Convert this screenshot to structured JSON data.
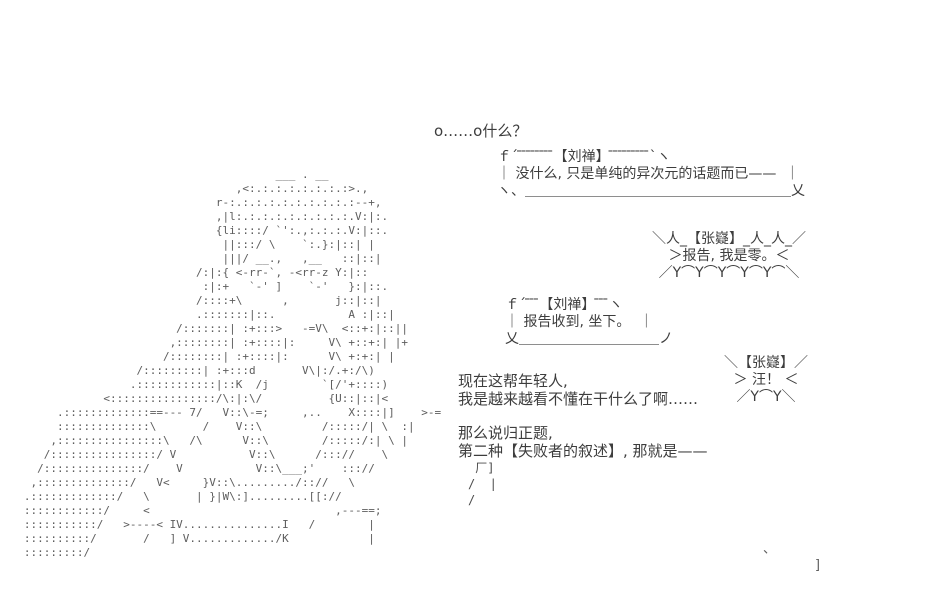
{
  "page": {
    "background_color": "#ffffff",
    "text_color": "#3d3d3d",
    "aa_color": "#5d5d5d"
  },
  "intro_line": "o……o什么？",
  "bubbles": [
    {
      "speaker": "刘禅",
      "top": "ｆ´ ̄ ̄ ̄ ̄ ̄ ̄ ̄ ̄【刘禅】 ̄ ̄ ̄ ̄ ̄ ̄ ̄ ̄ ̄`ヽ",
      "text": "｜ 没什么, 只是单纯的异次元的话题而已——  ｜",
      "bottom": "ヽ、＿＿＿＿＿＿＿＿＿＿＿＿＿＿＿＿＿＿＿乂"
    },
    {
      "speaker": "张嶷",
      "top": "＼人_【张嶷】_人_人_／",
      "text": "＞报告, 我是零。＜",
      "bottom": "／Y⌒Y⌒Y⌒Y⌒Y⌒＼"
    },
    {
      "speaker": "刘禅",
      "top": "ｆ´ ̄ ̄ ̄【刘禅】 ̄ ̄ ̄ヽ",
      "text": "｜ 报告收到, 坐下。  ｜",
      "bottom": "乂＿＿＿＿＿＿＿＿＿＿ノ"
    },
    {
      "speaker": "张嶷",
      "top": "＼【张嶷】／",
      "text": "＞ 汪！ ＜",
      "bottom": "／Y⌒Y＼"
    }
  ],
  "narration_1": [
    "现在这帮年轻人,",
    "我是越来越看不懂在干什么了啊……"
  ],
  "narration_2": [
    "那么说归正题,",
    "第二种【失败者的叙述】, 那就是——"
  ],
  "ascii_art": {
    "main": [
      "                                         ___ . __",
      "                                   ,<:.:.:.:.:.:.:.:>.,",
      "                                r-:.:.:.:.:.:.:.:.:.:--+,",
      "                                ,|l:.:.:.:.:.:.:.:.:.V:|:.",
      "                                {li::::/ `':.,:.:.:.V:|::.",
      "                                 ||:::/ \\    `:.}:|::| |",
      "                                 |||/ __.,   ,__   ::|::|",
      "                             /:|:{ <-rr-`, -<rr-z Y:|::",
      "                              :|:+   `-' ]    `-'   }:|::.",
      "                             /::::+\\      ,       j::|::|",
      "                             .:::::::|::.           A :|::|",
      "                          /:::::::| :+:::>   -=V\\  <::+:|::||",
      "                         ,::::::::| :+::::|:     V\\ +::+:| |+",
      "                        /::::::::| :+::::|:      V\\ +:+:| |",
      "                    /:::::::::| :+:::d       V\\|:/.+:/\\)",
      "                   .::::::::::::|::K  /j        `[/'+::::)",
      "               <::::::::::::::::/\\:|:\\/          {U::|::|<",
      "        .:::::::::::::==--- 7/   V::\\-=;     ,..    X::::|]    >-=",
      "        ::::::::::::::\\       /    V::\\         /:::::/| \\  :|",
      "       ,::::::::::::::::\\   /\\      V::\\        /:::::/:| \\ |",
      "      /::::::::::::::::/ V           V::\\      /::://    \\",
      "     /:::::::::::::::/    V           V::\\___;'    ::://",
      "    ,::::::::::::::/   V<     }V::\\........./:://   \\",
      "   .:::::::::::::/   \\       | }|W\\:].........[[://",
      "   ::::::::::::/     <                            ,---==;",
      "   :::::::::::/   >----< IV...............I   /        |",
      "   ::::::::::/       /   ] V............./K            |",
      "   :::::::::/"
    ],
    "hand": [
      " 厂]",
      "/  |",
      "/"
    ],
    "stray": [
      "、",
      "]"
    ]
  }
}
